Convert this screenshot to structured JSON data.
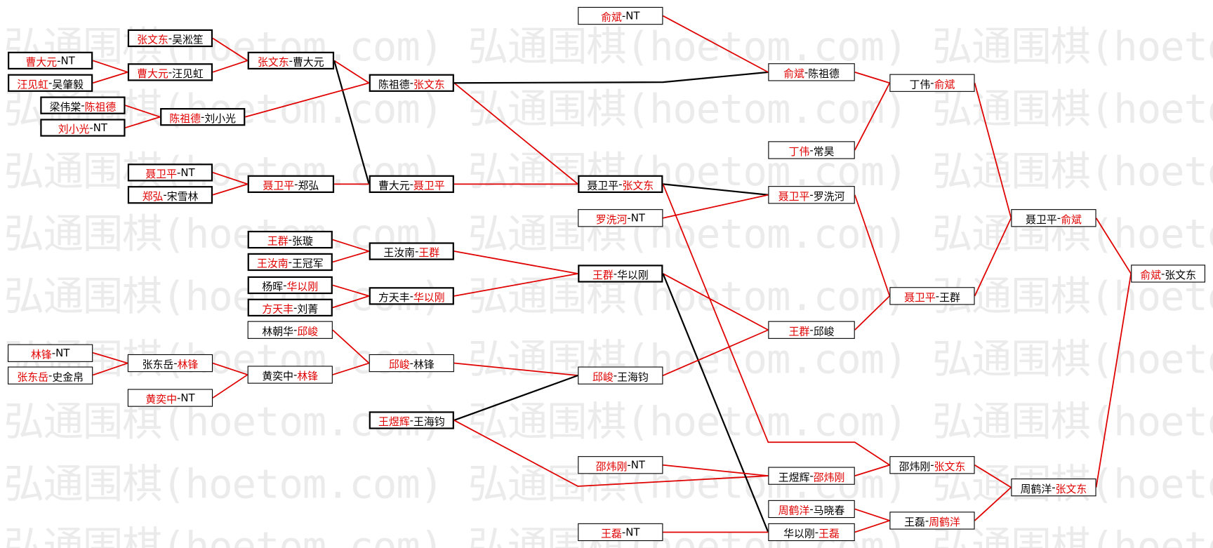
{
  "watermark": "弘通围棋(hoetom.com)",
  "separator": "-",
  "colors": {
    "winner_text": "#e00000",
    "text": "#000000",
    "winner_line": "#e00000",
    "loser_line": "#000000",
    "watermark": "#ebebeb"
  },
  "matches": [
    {
      "p1": "曹大元",
      "p2": "NT",
      "winner": 1
    },
    {
      "p1": "汪见虹",
      "p2": "吴肇毅",
      "winner": 1
    },
    {
      "p1": "梁伟棠",
      "p2": "陈祖德",
      "winner": 2
    },
    {
      "p1": "刘小光",
      "p2": "NT",
      "winner": 1
    },
    {
      "p1": "林锋",
      "p2": "NT",
      "winner": 1
    },
    {
      "p1": "张东岳",
      "p2": "史金帛",
      "winner": 1
    },
    {
      "p1": "张文东",
      "p2": "吴淞笙",
      "winner": 1
    },
    {
      "p1": "曹大元",
      "p2": "汪见虹",
      "winner": 1
    },
    {
      "p1": "陈祖德",
      "p2": "刘小光",
      "winner": 1
    },
    {
      "p1": "聂卫平",
      "p2": "NT",
      "winner": 1
    },
    {
      "p1": "郑弘",
      "p2": "宋雪林",
      "winner": 1
    },
    {
      "p1": "张东岳",
      "p2": "林锋",
      "winner": 2
    },
    {
      "p1": "黄奕中",
      "p2": "NT",
      "winner": 1
    },
    {
      "p1": "张文东",
      "p2": "曹大元",
      "winner": 1
    },
    {
      "p1": "聂卫平",
      "p2": "郑弘",
      "winner": 1
    },
    {
      "p1": "王群",
      "p2": "张璇",
      "winner": 1
    },
    {
      "p1": "王汝南",
      "p2": "王冠军",
      "winner": 1
    },
    {
      "p1": "杨晖",
      "p2": "华以刚",
      "winner": 2
    },
    {
      "p1": "方天丰",
      "p2": "刘菁",
      "winner": 1
    },
    {
      "p1": "林朝华",
      "p2": "邱峻",
      "winner": 2
    },
    {
      "p1": "黄奕中",
      "p2": "林锋",
      "winner": 2
    },
    {
      "p1": "陈祖德",
      "p2": "张文东",
      "winner": 2
    },
    {
      "p1": "曹大元",
      "p2": "聂卫平",
      "winner": 2
    },
    {
      "p1": "王汝南",
      "p2": "王群",
      "winner": 2
    },
    {
      "p1": "方天丰",
      "p2": "华以刚",
      "winner": 2
    },
    {
      "p1": "邱峻",
      "p2": "林锋",
      "winner": 1
    },
    {
      "p1": "王煜辉",
      "p2": "王海钧",
      "winner": 1
    },
    {
      "p1": "俞斌",
      "p2": "NT",
      "winner": 1
    },
    {
      "p1": "聂卫平",
      "p2": "张文东",
      "winner": 2
    },
    {
      "p1": "罗洗河",
      "p2": "NT",
      "winner": 1
    },
    {
      "p1": "王群",
      "p2": "华以刚",
      "winner": 1
    },
    {
      "p1": "邱峻",
      "p2": "王海钧",
      "winner": 1
    },
    {
      "p1": "邵炜刚",
      "p2": "NT",
      "winner": 1
    },
    {
      "p1": "王磊",
      "p2": "NT",
      "winner": 1
    },
    {
      "p1": "俞斌",
      "p2": "陈祖德",
      "winner": 1
    },
    {
      "p1": "丁伟",
      "p2": "常昊",
      "winner": 1
    },
    {
      "p1": "聂卫平",
      "p2": "罗洗河",
      "winner": 1
    },
    {
      "p1": "王群",
      "p2": "邱峻",
      "winner": 1
    },
    {
      "p1": "王煜辉",
      "p2": "邵炜刚",
      "winner": 2
    },
    {
      "p1": "周鹤洋",
      "p2": "马晓春",
      "winner": 1
    },
    {
      "p1": "华以刚",
      "p2": "王磊",
      "winner": 2
    },
    {
      "p1": "丁伟",
      "p2": "俞斌",
      "winner": 2
    },
    {
      "p1": "聂卫平",
      "p2": "王群",
      "winner": 1
    },
    {
      "p1": "邵炜刚",
      "p2": "张文东",
      "winner": 2
    },
    {
      "p1": "王磊",
      "p2": "周鹤洋",
      "winner": 2
    },
    {
      "p1": "聂卫平",
      "p2": "俞斌",
      "winner": 2
    },
    {
      "p1": "周鹤洋",
      "p2": "张文东",
      "winner": 2
    },
    {
      "p1": "俞斌",
      "p2": "张文东",
      "winner": 1
    }
  ]
}
